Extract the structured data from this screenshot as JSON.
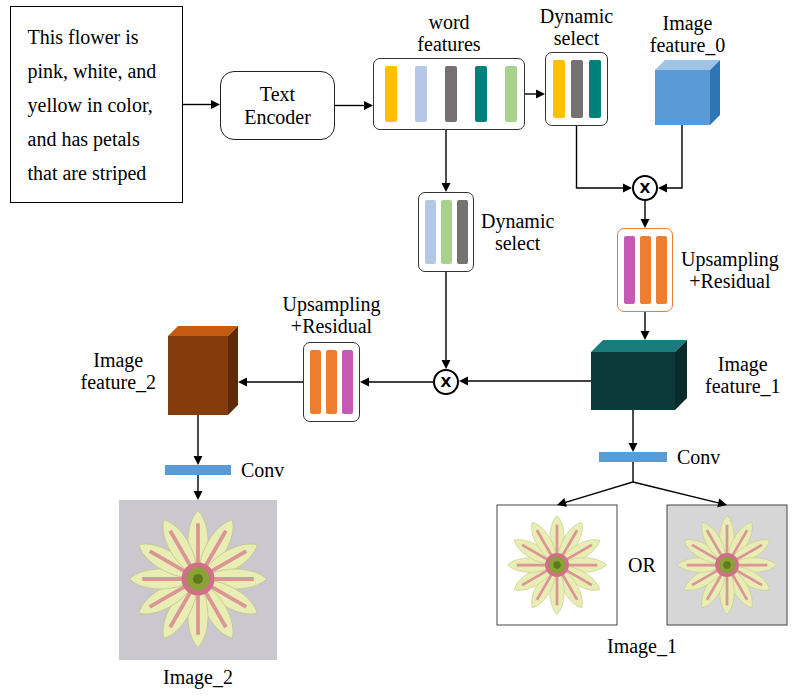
{
  "diagram": {
    "nodes": [
      {
        "text": [
          "This flower is pink, white, and yellow in color, and has petals that are striped"
        ]
      },
      {
        "text": [
          "Text Encoder"
        ]
      },
      {
        "text": [
          "word features"
        ]
      },
      {
        "text": [
          "Dynamic select"
        ]
      },
      {
        "text": [
          "Image feature_0"
        ]
      },
      {
        "text": [
          "X"
        ]
      },
      {
        "text": [
          "Upsampling +Residual"
        ]
      },
      {
        "text": [
          "Image feature_1"
        ]
      },
      {
        "text": [
          "Dynamic select"
        ]
      },
      {
        "text": [
          "X"
        ]
      },
      {
        "text": [
          "Upsampling +Residual"
        ]
      },
      {
        "text": [
          "Image feature_2"
        ]
      },
      {
        "text": [
          "Conv"
        ]
      },
      {
        "text": [
          "Conv"
        ]
      },
      {
        "text": [
          "Image_2"
        ]
      },
      {
        "text": [
          "OR",
          "Image_1"
        ]
      }
    ],
    "edges": [
      {
        "from": 0,
        "to": 1,
        "arrow": "to"
      },
      {
        "from": 1,
        "to": 2,
        "arrow": "to"
      },
      {
        "from": 2,
        "to": 3,
        "arrow": "to"
      },
      {
        "from": 2,
        "to": 8,
        "arrow": "to"
      },
      {
        "from": 3,
        "to": 5,
        "arrow": "to"
      },
      {
        "from": 4,
        "to": 5,
        "arrow": "to"
      },
      {
        "from": 5,
        "to": 6,
        "arrow": "to"
      },
      {
        "from": 6,
        "to": 7,
        "arrow": "to"
      },
      {
        "from": 7,
        "to": 9,
        "arrow": "to"
      },
      {
        "from": 8,
        "to": 9,
        "arrow": "to"
      },
      {
        "from": 9,
        "to": 10,
        "arrow": "to"
      },
      {
        "from": 10,
        "to": 11,
        "arrow": "to"
      },
      {
        "from": 11,
        "to": 12,
        "arrow": "to"
      },
      {
        "from": 12,
        "to": 14,
        "arrow": "to"
      },
      {
        "from": 7,
        "to": 13,
        "arrow": "to"
      },
      {
        "from": 13,
        "to": 15,
        "arrow": "to"
      }
    ]
  }
}
